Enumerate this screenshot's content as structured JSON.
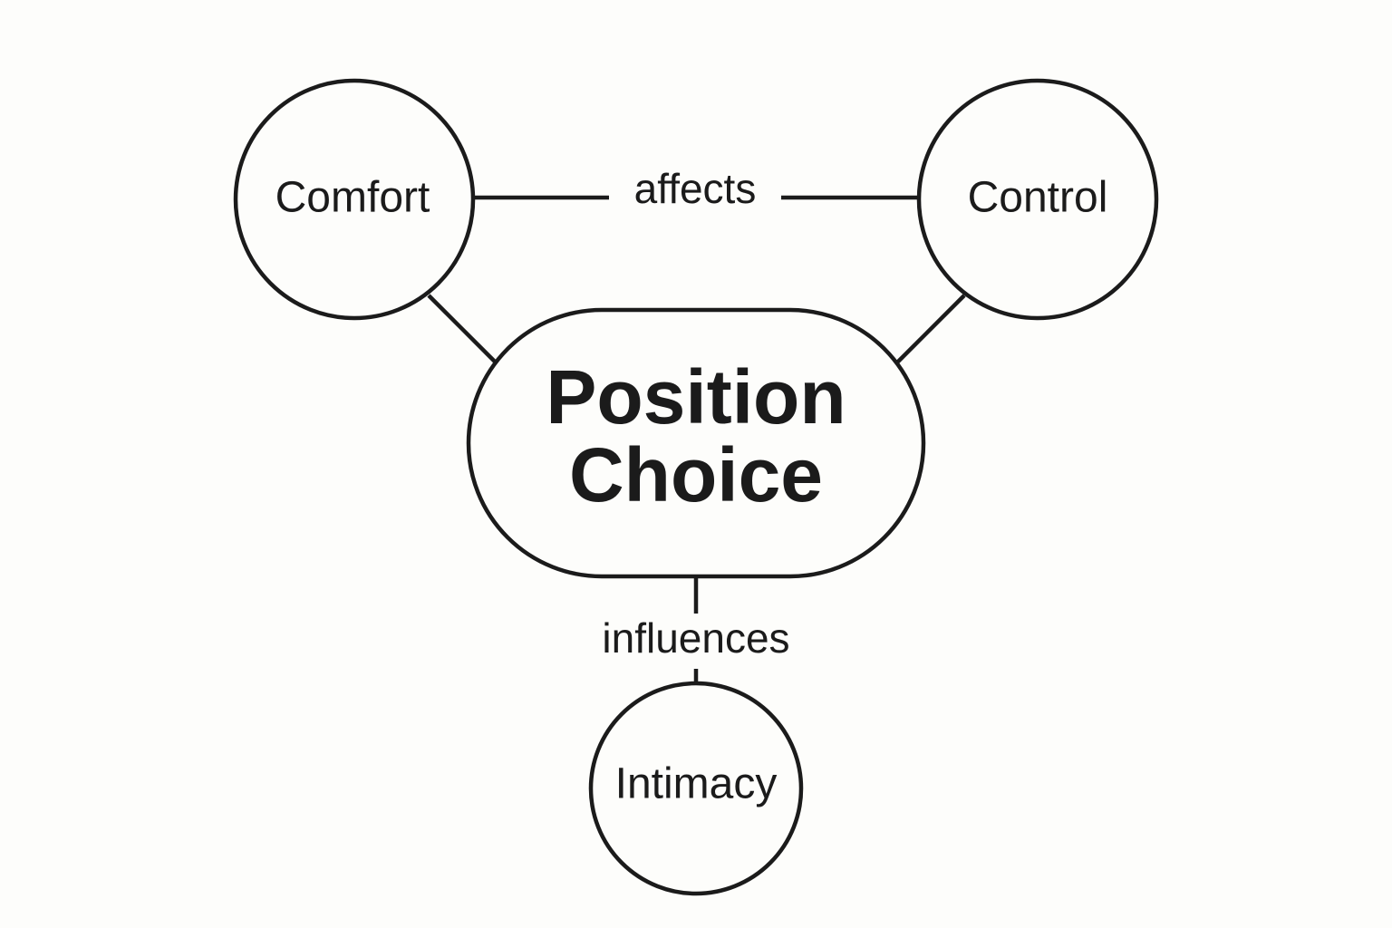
{
  "nodes": {
    "center": {
      "line1": "Position",
      "line2": "Choice"
    },
    "comfort": "Comfort",
    "control": "Control",
    "intimacy": "Intimacy"
  },
  "edges": {
    "comfort_control": "affects",
    "center_intimacy": "influences"
  },
  "colors": {
    "background": "#fdfdfb",
    "stroke": "#1b1b1b",
    "text": "#1b1b1b"
  }
}
